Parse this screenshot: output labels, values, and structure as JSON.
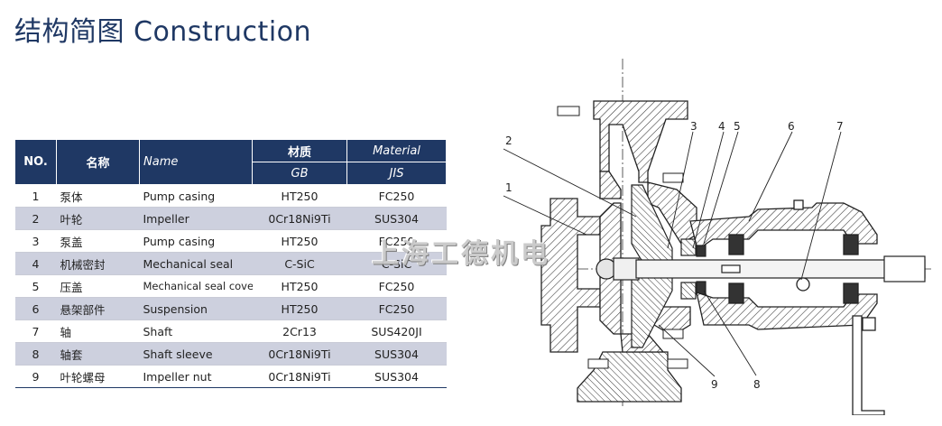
{
  "title": {
    "zh": "结构简图",
    "en": "Construction"
  },
  "table": {
    "headers": {
      "no": "NO.",
      "name_zh": "名称",
      "name_en": "Name",
      "material_zh": "材质",
      "material_en": "Material",
      "gb": "GB",
      "jis": "JIS"
    },
    "rows": [
      {
        "no": "1",
        "zh": "泵体",
        "en": "Pump casing",
        "gb": "HT250",
        "jis": "FC250"
      },
      {
        "no": "2",
        "zh": "叶轮",
        "en": "Impeller",
        "gb": "0Cr18Ni9Ti",
        "jis": "SUS304"
      },
      {
        "no": "3",
        "zh": "泵盖",
        "en": "Pump casing",
        "gb": "HT250",
        "jis": "FC250"
      },
      {
        "no": "4",
        "zh": "机械密封",
        "en": "Mechanical seal",
        "gb": "C-SiC",
        "jis": "C-SiC"
      },
      {
        "no": "5",
        "zh": "压盖",
        "en": "Mechanical seal cover",
        "gb": "HT250",
        "jis": "FC250"
      },
      {
        "no": "6",
        "zh": "悬架部件",
        "en": "Suspension",
        "gb": "HT250",
        "jis": "FC250"
      },
      {
        "no": "7",
        "zh": "轴",
        "en": "Shaft",
        "gb": "2Cr13",
        "jis": "SUS420JI"
      },
      {
        "no": "8",
        "zh": "轴套",
        "en": "Shaft sleeve",
        "gb": "0Cr18Ni9Ti",
        "jis": "SUS304"
      },
      {
        "no": "9",
        "zh": "叶轮螺母",
        "en": "Impeller nut",
        "gb": "0Cr18Ni9Ti",
        "jis": "SUS304"
      }
    ]
  },
  "diagram": {
    "callouts": [
      "1",
      "2",
      "3",
      "4",
      "5",
      "6",
      "7",
      "8",
      "9"
    ]
  },
  "watermark": "上海工德机电",
  "colors": {
    "header_bg": "#1f3864",
    "alt_row": "#cdd0de",
    "title": "#1f3864"
  }
}
